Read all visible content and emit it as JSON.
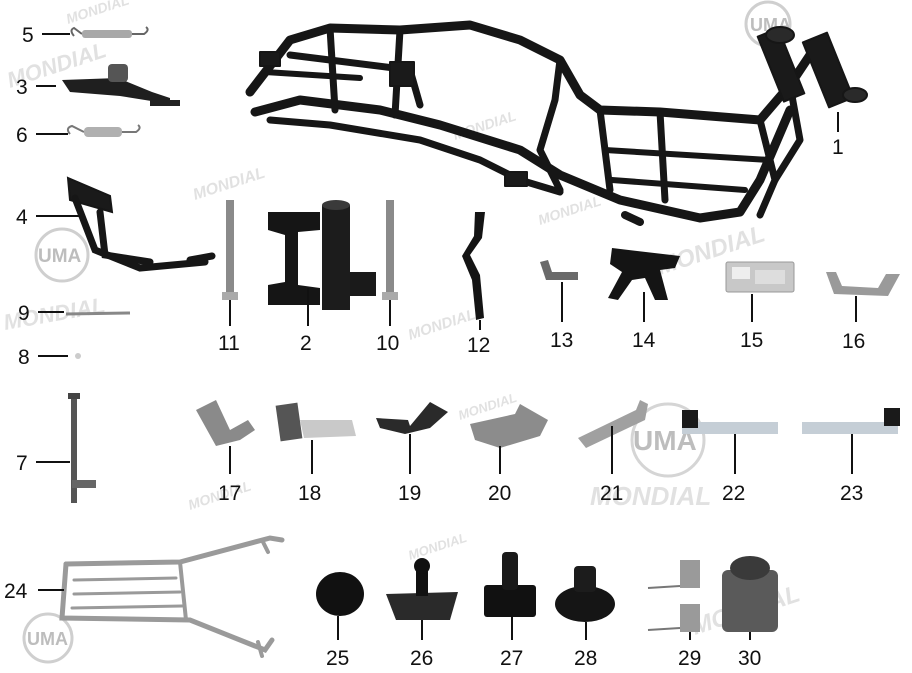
{
  "watermark": {
    "brand": "MONDIAL",
    "logo": "UMA"
  },
  "parts": [
    {
      "id": "1",
      "label": "1"
    },
    {
      "id": "2",
      "label": "2"
    },
    {
      "id": "3",
      "label": "3"
    },
    {
      "id": "4",
      "label": "4"
    },
    {
      "id": "5",
      "label": "5"
    },
    {
      "id": "6",
      "label": "6"
    },
    {
      "id": "7",
      "label": "7"
    },
    {
      "id": "8",
      "label": "8"
    },
    {
      "id": "9",
      "label": "9"
    },
    {
      "id": "10",
      "label": "10"
    },
    {
      "id": "11",
      "label": "11"
    },
    {
      "id": "12",
      "label": "12"
    },
    {
      "id": "13",
      "label": "13"
    },
    {
      "id": "14",
      "label": "14"
    },
    {
      "id": "15",
      "label": "15"
    },
    {
      "id": "16",
      "label": "16"
    },
    {
      "id": "17",
      "label": "17"
    },
    {
      "id": "18",
      "label": "18"
    },
    {
      "id": "19",
      "label": "19"
    },
    {
      "id": "20",
      "label": "20"
    },
    {
      "id": "21",
      "label": "21"
    },
    {
      "id": "22",
      "label": "22"
    },
    {
      "id": "23",
      "label": "23"
    },
    {
      "id": "24",
      "label": "24"
    },
    {
      "id": "25",
      "label": "25"
    },
    {
      "id": "26",
      "label": "26"
    },
    {
      "id": "27",
      "label": "27"
    },
    {
      "id": "28",
      "label": "28"
    },
    {
      "id": "29",
      "label": "29"
    },
    {
      "id": "30",
      "label": "30"
    }
  ]
}
